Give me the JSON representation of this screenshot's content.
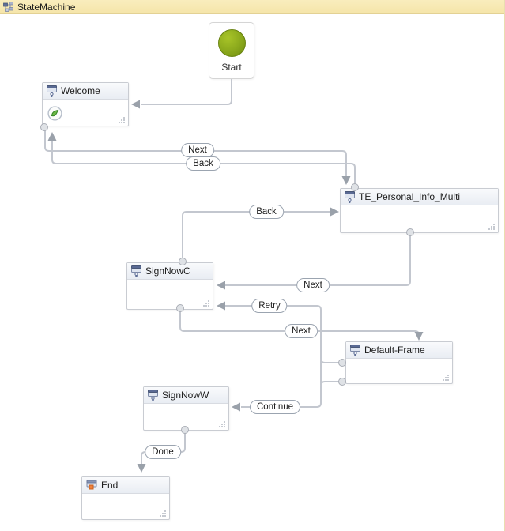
{
  "window": {
    "title": "StateMachine",
    "title_icon": "state-machine-icon",
    "titlebar_color": "#f7e9b6"
  },
  "canvas": {
    "start_node": {
      "label": "Start",
      "icon": "start-circle-icon",
      "color": "#86a41d"
    },
    "states": [
      {
        "id": "welcome",
        "title": "Welcome",
        "icon": "state-icon",
        "has_entry_badge": true
      },
      {
        "id": "te_personal_info_multi",
        "title": "TE_Personal_Info_Multi",
        "icon": "state-icon"
      },
      {
        "id": "signnowc",
        "title": "SignNowC",
        "icon": "state-icon"
      },
      {
        "id": "default_frame",
        "title": "Default-Frame",
        "icon": "state-icon"
      },
      {
        "id": "signnoww",
        "title": "SignNowW",
        "icon": "state-icon"
      },
      {
        "id": "end",
        "title": "End",
        "icon": "final-state-icon"
      }
    ],
    "transitions": [
      {
        "label": "Next",
        "from": "Welcome",
        "to": "TE_Personal_Info_Multi"
      },
      {
        "label": "Back",
        "from": "TE_Personal_Info_Multi",
        "to": "Welcome"
      },
      {
        "label": "Back",
        "from": "SignNowC",
        "to": "TE_Personal_Info_Multi"
      },
      {
        "label": "Next",
        "from": "TE_Personal_Info_Multi",
        "to": "SignNowC"
      },
      {
        "label": "Retry",
        "from": "Default-Frame",
        "to": "SignNowC"
      },
      {
        "label": "Next",
        "from": "SignNowC",
        "to": "Default-Frame"
      },
      {
        "label": "Continue",
        "from": "Default-Frame",
        "to": "SignNowW"
      },
      {
        "label": "Done",
        "from": "SignNowW",
        "to": "End"
      }
    ],
    "colors": {
      "connector": "#c3c7cf",
      "arrowhead": "#9aa1aa",
      "start_green": "#86a41d",
      "state_header_bg": "#eef1f6"
    }
  }
}
